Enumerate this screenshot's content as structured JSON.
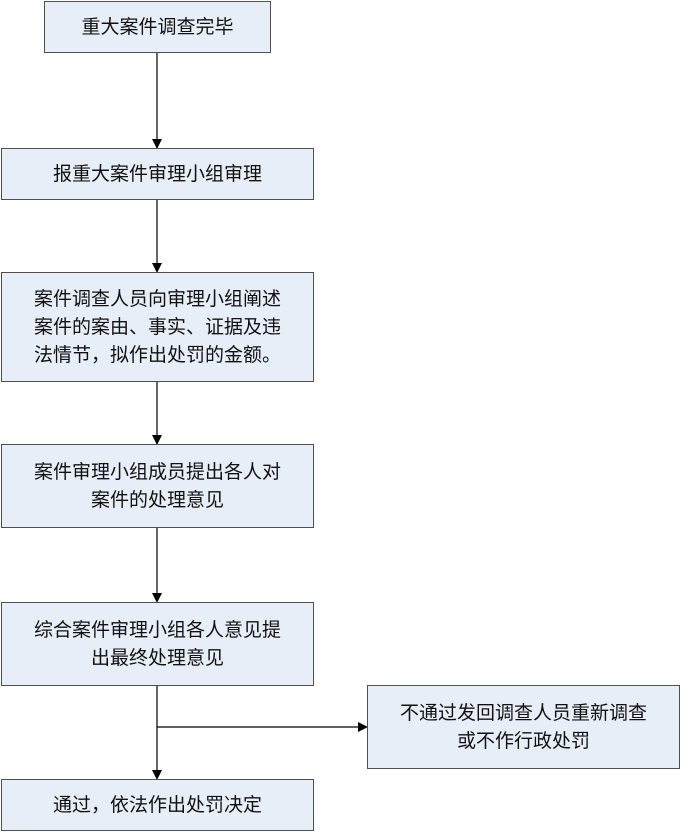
{
  "flowchart": {
    "nodes": {
      "node1": "重大案件调查完毕",
      "node2": "报重大案件审理小组审理",
      "node3": "案件调查人员向审理小组阐述\n案件的案由、事实、证据及违\n法情节，拟作出处罚的金额。",
      "node4": "案件审理小组成员提出各人对\n案件的处理意见",
      "node5": "综合案件审理小组各人意见提\n出最终处理意见",
      "node6": "不通过发回调查人员重新调查\n或不作行政处罚",
      "node7": "通过，依法作出处罚决定"
    },
    "colors": {
      "box_fill": "#e8eef7",
      "box_border": "#4f4f4f",
      "line": "#000000"
    }
  }
}
